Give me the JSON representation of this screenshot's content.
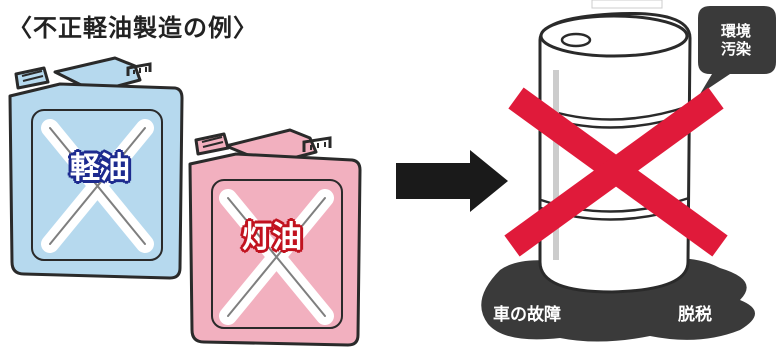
{
  "title": "〈不正軽油製造の例〉",
  "jugs": {
    "blue_label": "軽油",
    "red_label": "灯油"
  },
  "bubble": {
    "line1": "環境",
    "line2": "汚染"
  },
  "effects": {
    "fault": "車の故障",
    "tax": "脱税"
  },
  "icons": {
    "arrow": "right-arrow-icon",
    "cross": "red-x-icon",
    "drum": "oil-drum-icon"
  },
  "colors": {
    "blue_jug": "#b6d9ee",
    "red_jug": "#f2b0bf",
    "big_cross": "#e01a3a",
    "dark": "#2a2a2a"
  }
}
